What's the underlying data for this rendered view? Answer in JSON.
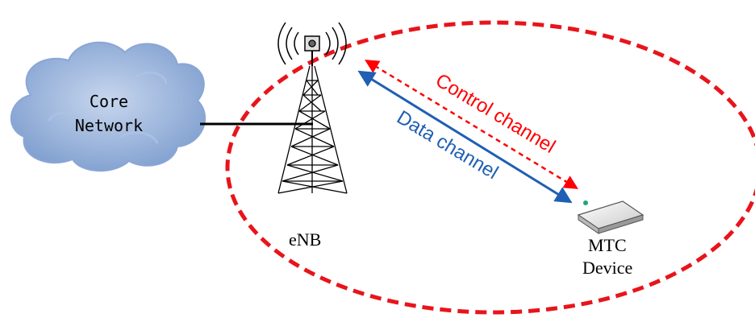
{
  "core_network": {
    "line1": "Core",
    "line2": "Network"
  },
  "enb": {
    "label": "eNB"
  },
  "mtc_device": {
    "line1": "MTC",
    "line2": "Device"
  },
  "channels": {
    "control": {
      "label": "Control channel",
      "color": "#ff0000"
    },
    "data": {
      "label": "Data channel",
      "color": "#1f5fb4"
    }
  },
  "coverage": {
    "color": "#e8141b"
  },
  "cloud": {
    "color": "#8aa6d6"
  }
}
